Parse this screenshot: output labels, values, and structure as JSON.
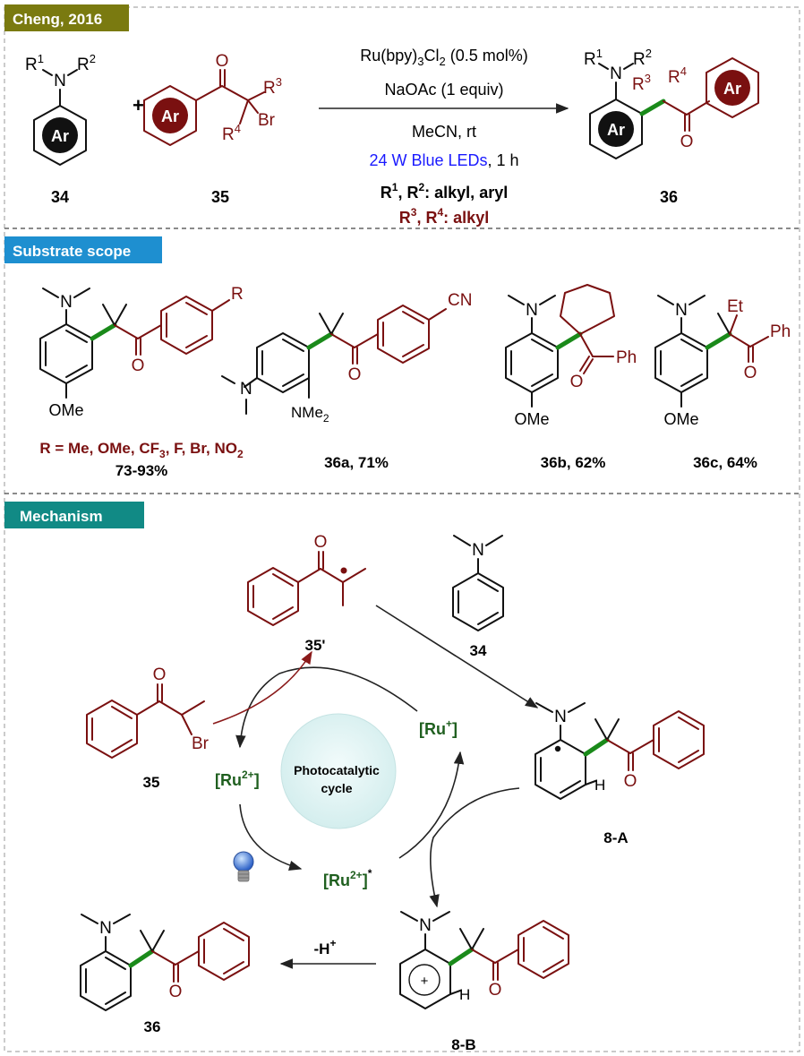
{
  "sections": {
    "reaction": "Cheng, 2016",
    "scope": "Substrate scope",
    "mechanism": "Mechanism"
  },
  "colors": {
    "reaction_tab": "#7a7a10",
    "scope_tab": "#1e8fd0",
    "mechanism_tab": "#118a85",
    "substrate_red": "#7a1010",
    "catalyst_green": "#1f5f1f",
    "new_bond_green": "#1a8a1a",
    "light_blue": "#1a1aff"
  },
  "reaction": {
    "compounds": [
      {
        "id": "34",
        "label": "34"
      },
      {
        "id": "35",
        "label": "35"
      },
      {
        "id": "36",
        "label": "36"
      }
    ],
    "plus": "+",
    "ring_label": "Ar",
    "r1": "R",
    "r1_sup": "1",
    "r2": "R",
    "r2_sup": "2",
    "r3": "R",
    "r3_sup": "3",
    "r4": "R",
    "r4_sup": "4",
    "n": "N",
    "o": "O",
    "br": "Br",
    "conditions": {
      "catalyst": "Ru(bpy)",
      "catalyst_sub": "3",
      "catalyst_tail": "Cl",
      "catalyst_sub2": "2",
      "catalyst_loading": " (0.5 mol%)",
      "base": "NaOAc (1 equiv)",
      "solvent": "MeCN, rt",
      "light": "24 W Blue LEDs",
      "time": ", 1 h",
      "r12_scope": ": alkyl, aryl",
      "r34_scope": ": alkyl"
    }
  },
  "scope": {
    "general": {
      "r": "R",
      "ome": "OMe",
      "n": "N",
      "o": "O",
      "r_list": "R = Me, OMe, CF",
      "r_list_sub": "3",
      "r_list_mid": ", F, Br, NO",
      "r_list_sub2": "2",
      "yield": "73-93%"
    },
    "items": [
      {
        "label": "36a, 71%",
        "sub": "CN",
        "extra": "NMe",
        "extra_sub": "2"
      },
      {
        "label": "36b, 62%",
        "sub": "Ph",
        "ome": "OMe"
      },
      {
        "label": "36c, 64%",
        "sub": "Ph",
        "alkyl": "Et",
        "ome": "OMe"
      }
    ]
  },
  "mechanism": {
    "radical": "35'",
    "amine": "34",
    "bromide": "35",
    "br": "Br",
    "cycle_line1": "Photocatalytic",
    "cycle_line2": "cycle",
    "ru2": "[Ru",
    "ru2_sup": "2+",
    "ru_excited_sup": "*",
    "ru1_sup": "+",
    "close": "]",
    "int_a": "8-A",
    "int_b": "8-B",
    "h": "H",
    "plus_charge": "+",
    "deprot": "-H",
    "deprot_sup": "+",
    "product": "36"
  }
}
